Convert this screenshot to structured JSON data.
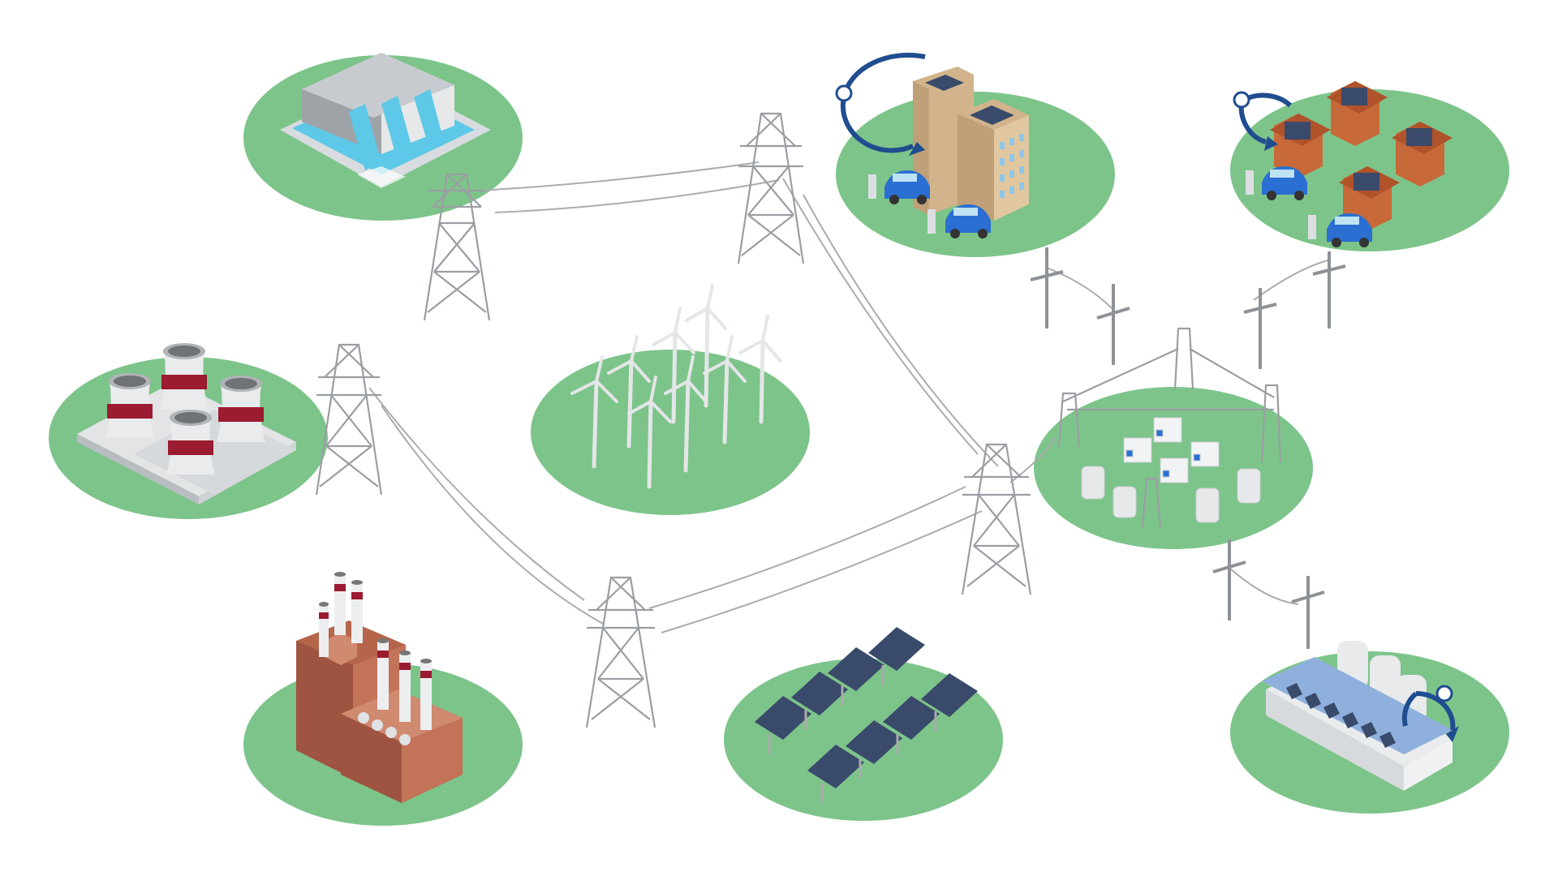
{
  "colors": {
    "background": "#ffffff",
    "ground": "#7dc48a",
    "wire": "#a9acb0",
    "tower": "#9a9ea3",
    "cycle_arrow": "#1f4d8f",
    "brick": "#b5654a",
    "tan_building": "#d2b48c",
    "solar_panel": "#3a4a6b",
    "cooling_tower_band": "#9b1b30",
    "water": "#5ec8e8",
    "car": "#2a6fd1"
  },
  "nodes": [
    {
      "id": "hydro",
      "icon": "hydro-dam-icon"
    },
    {
      "id": "nuclear",
      "icon": "nuclear-cooling-towers-icon"
    },
    {
      "id": "coal",
      "icon": "coal-power-plant-icon"
    },
    {
      "id": "wind",
      "icon": "wind-farm-icon"
    },
    {
      "id": "solar",
      "icon": "solar-farm-icon"
    },
    {
      "id": "substation",
      "icon": "substation-icon"
    },
    {
      "id": "offices",
      "icon": "office-buildings-ev-icon"
    },
    {
      "id": "houses",
      "icon": "houses-ev-icon"
    },
    {
      "id": "factory",
      "icon": "factory-icon"
    }
  ],
  "links": [
    [
      "hydro",
      "tower-1"
    ],
    [
      "tower-1",
      "tower-2"
    ],
    [
      "tower-2",
      "tower-5"
    ],
    [
      "nuclear",
      "tower-3"
    ],
    [
      "tower-3",
      "tower-4"
    ],
    [
      "tower-4",
      "tower-5"
    ],
    [
      "tower-5",
      "substation"
    ],
    [
      "substation",
      "offices"
    ],
    [
      "substation",
      "houses"
    ],
    [
      "substation",
      "factory"
    ]
  ]
}
